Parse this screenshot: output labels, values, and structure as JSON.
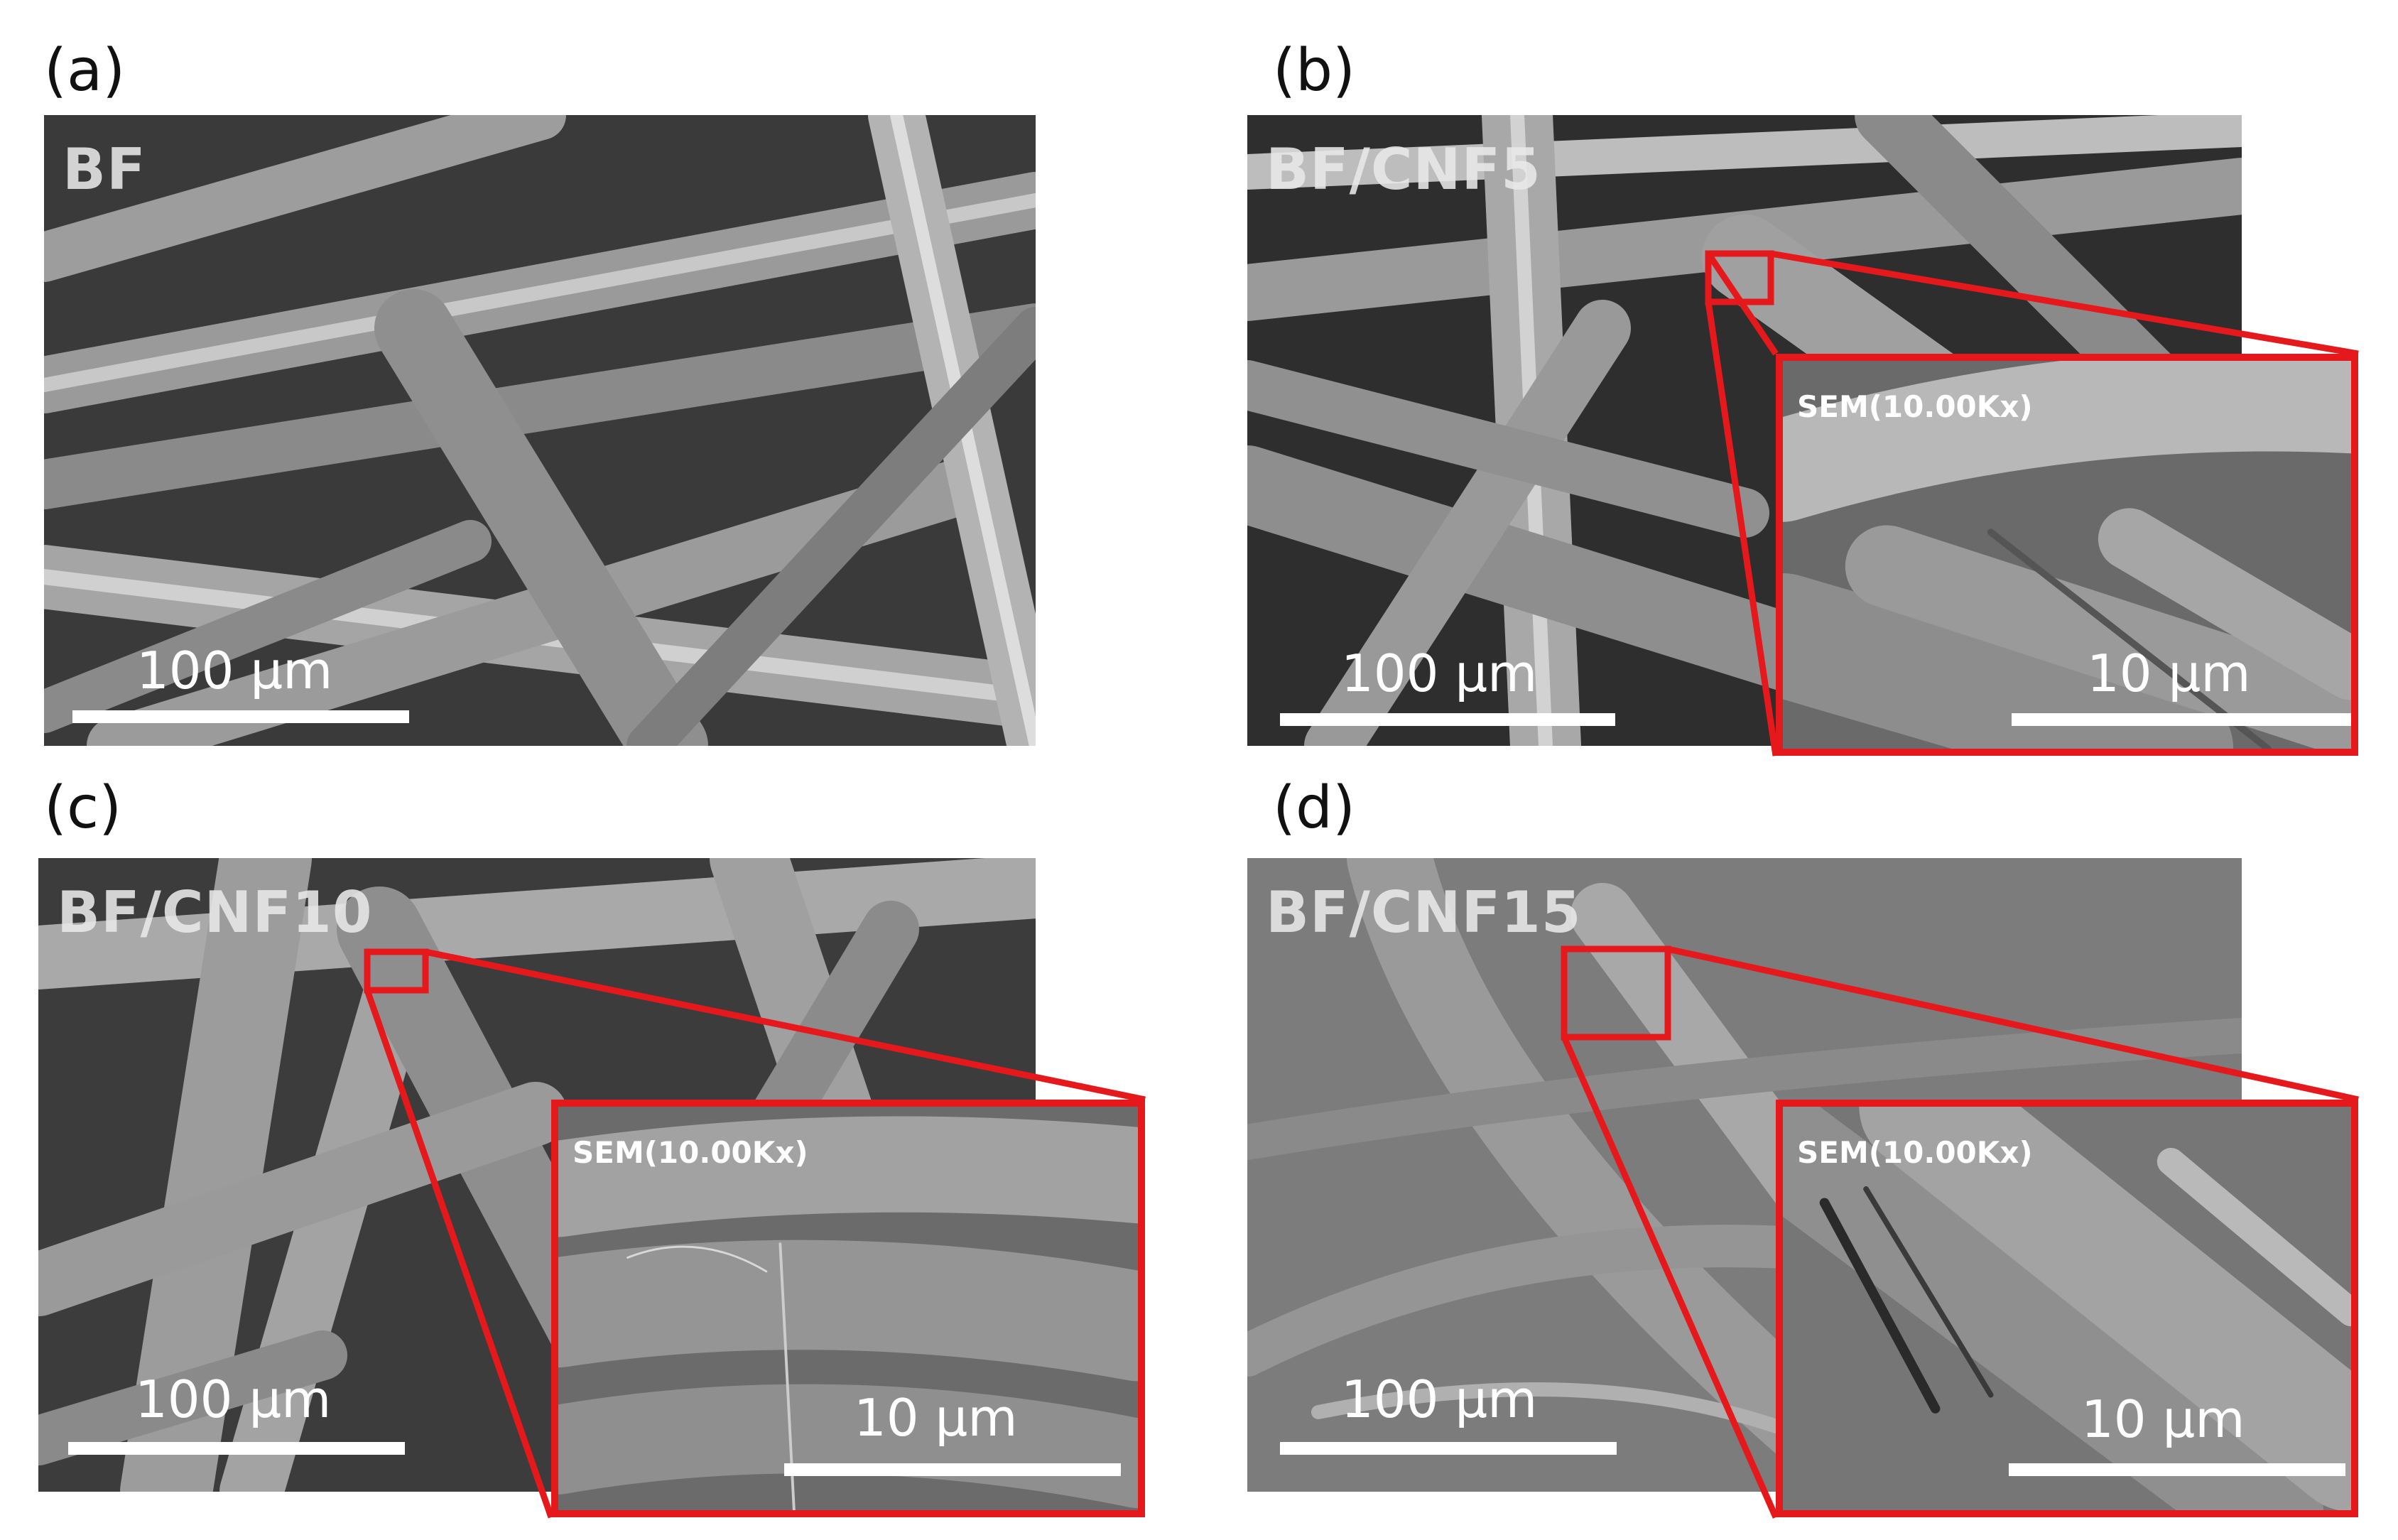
{
  "panels": [
    {
      "letter": "(a)",
      "sample": "BF",
      "scale": "100 µm"
    },
    {
      "letter": "(b)",
      "sample": "BF/CNF5",
      "scale": "100 µm",
      "inset_mag": "SEM(10.00Kx)",
      "inset_scale": "10 µm"
    },
    {
      "letter": "(c)",
      "sample": "BF/CNF10",
      "scale": "100 µm",
      "inset_mag": "SEM(10.00Kx)",
      "inset_scale": "10 µm"
    },
    {
      "letter": "(d)",
      "sample": "BF/CNF15",
      "scale": "100 µm",
      "inset_mag": "SEM(10.00Kx)",
      "inset_scale": "10 µm"
    }
  ],
  "colors": {
    "highlight": "#e5191b",
    "scale_bar": "#ffffff",
    "background": "#ffffff"
  }
}
